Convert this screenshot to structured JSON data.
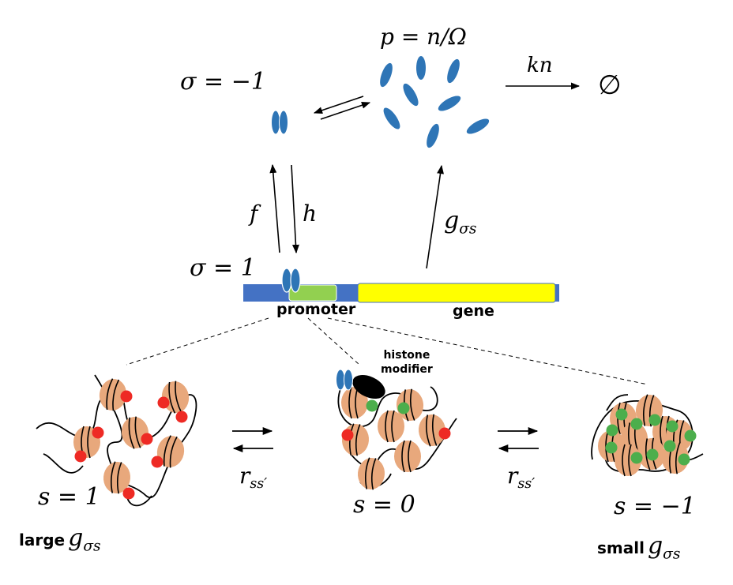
{
  "labels": {
    "p_def": "p = n/Ω",
    "sigma_m1": "σ = −1",
    "kn": "kn",
    "empty_set": "∅",
    "f": "f",
    "h": "h",
    "g": "g",
    "g_sub": "σs",
    "sigma_1": "σ = 1",
    "promoter": "promoter",
    "gene": "gene",
    "histone_modifier_line1": "histone",
    "histone_modifier_line2": "modifier",
    "r_left": "r",
    "r_left_sub": "ss′",
    "r_right": "r",
    "r_right_sub": "ss′",
    "s1": "s = 1",
    "s0": "s = 0",
    "sm1": "s = −1",
    "large": "large",
    "small": "small"
  },
  "colors": {
    "tf_blue": "#2e75b6",
    "dna_blue": "#4472c4",
    "promoter_green": "#92d050",
    "gene_yellow": "#ffff00",
    "nucleosome": "#e8a87c",
    "mark_red": "#ee2a24",
    "mark_green": "#4cae4c",
    "modifier_black": "#000000"
  }
}
